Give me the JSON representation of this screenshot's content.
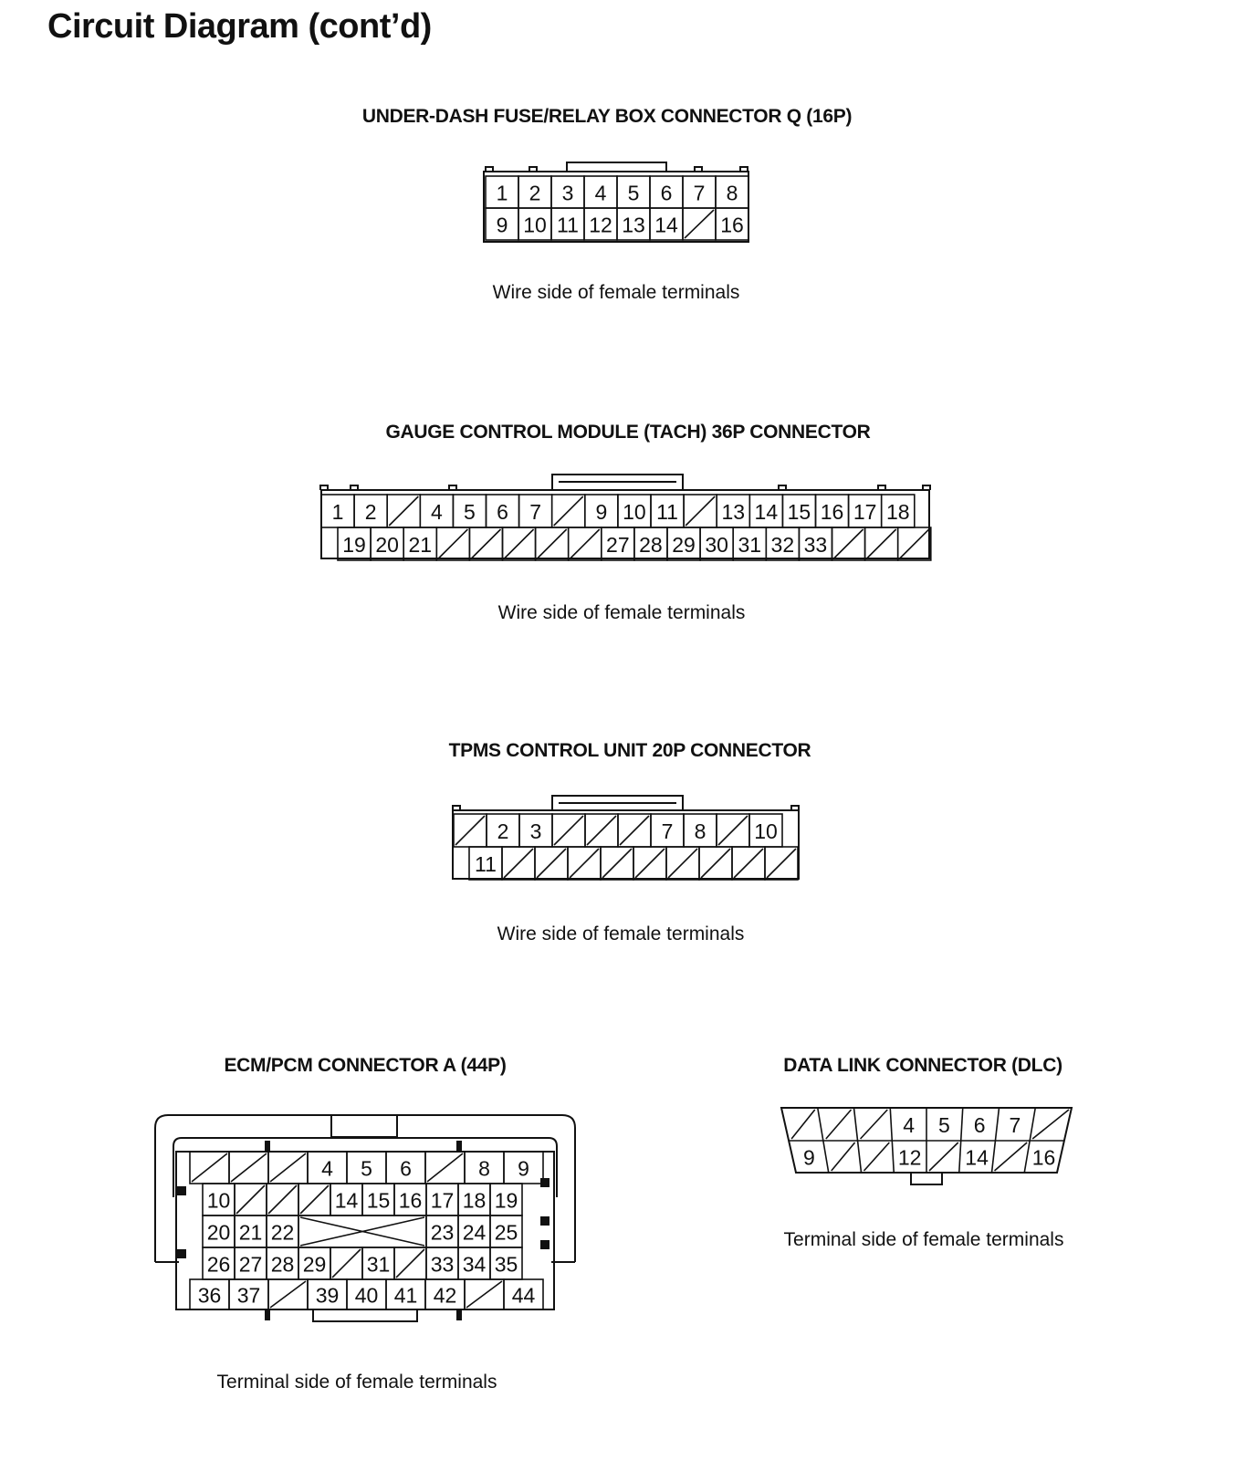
{
  "page_title": "Circuit Diagram (cont’d)",
  "connectors": {
    "fuse_relay_q": {
      "title": "UNDER-DASH FUSE/RELAY BOX CONNECTOR Q (16P)",
      "caption": "Wire side of female terminals",
      "rows": [
        [
          "1",
          "2",
          "3",
          "4",
          "5",
          "6",
          "7",
          "8"
        ],
        [
          "9",
          "10",
          "11",
          "12",
          "13",
          "14",
          "",
          "16"
        ]
      ]
    },
    "gauge_36p": {
      "title": "GAUGE CONTROL MODULE (TACH) 36P CONNECTOR",
      "caption": "Wire side of female terminals",
      "rows": [
        [
          "1",
          "2",
          "",
          "4",
          "5",
          "6",
          "7",
          "",
          "9",
          "10",
          "11",
          "",
          "13",
          "14",
          "15",
          "16",
          "17",
          "18"
        ],
        [
          "19",
          "20",
          "21",
          "",
          "",
          "",
          "",
          "",
          "27",
          "28",
          "29",
          "30",
          "31",
          "32",
          "33",
          "",
          "",
          ""
        ]
      ]
    },
    "tpms_20p": {
      "title": "TPMS CONTROL UNIT 20P CONNECTOR",
      "caption": "Wire side of female terminals",
      "rows": [
        [
          "",
          "2",
          "3",
          "",
          "",
          "",
          "7",
          "8",
          "",
          "10"
        ],
        [
          "11",
          "",
          "",
          "",
          "",
          "",
          "",
          "",
          "",
          ""
        ]
      ]
    },
    "ecm_pcm_a": {
      "title": "ECM/PCM CONNECTOR A (44P)",
      "caption": "Terminal side of female terminals",
      "rows": [
        [
          "",
          "",
          "",
          "4",
          "5",
          "6",
          "",
          "8",
          "9"
        ],
        [
          "10",
          "",
          "",
          "",
          "14",
          "15",
          "16",
          "17",
          "18",
          "19"
        ],
        [
          "20",
          "21",
          "22",
          "23",
          "24",
          "25"
        ],
        [
          "26",
          "27",
          "28",
          "29",
          "",
          "31",
          "",
          "33",
          "34",
          "35"
        ],
        [
          "36",
          "37",
          "",
          "39",
          "40",
          "41",
          "42",
          "",
          "44"
        ]
      ]
    },
    "dlc": {
      "title": "DATA LINK CONNECTOR (DLC)",
      "caption": "Terminal side of female terminals",
      "rows": [
        [
          "",
          "",
          "",
          "4",
          "5",
          "6",
          "7",
          ""
        ],
        [
          "9",
          "",
          "",
          "12",
          "",
          "14",
          "",
          "16"
        ]
      ]
    }
  }
}
